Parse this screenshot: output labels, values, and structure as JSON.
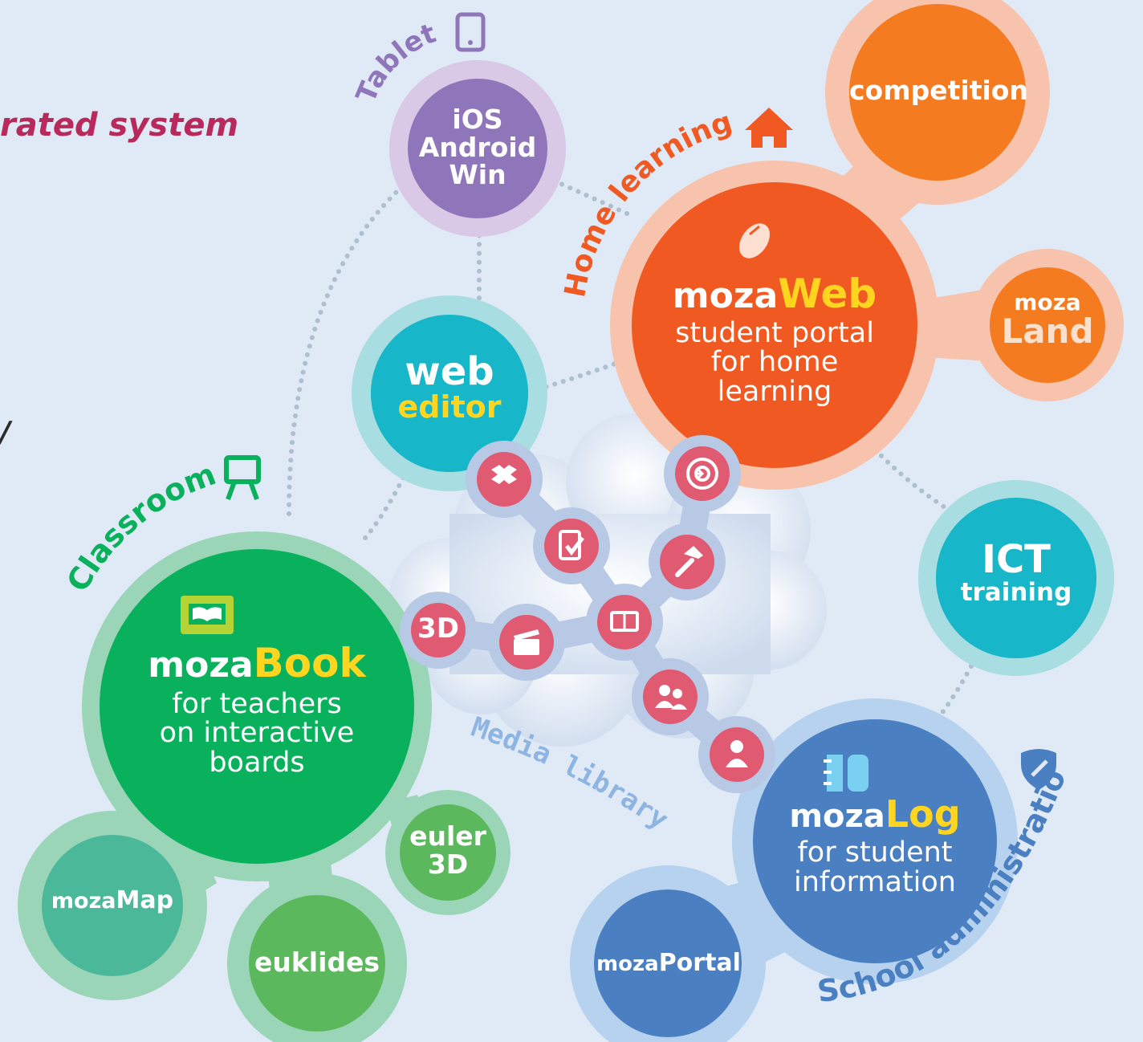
{
  "header": {
    "tagline": "rated system",
    "partial_glyph": "/"
  },
  "colors": {
    "background": "#dfeaf6",
    "tagline": "#b82a5c",
    "classroom": "#0ab15c",
    "home": "#f05a22",
    "tablet": "#8f76ba",
    "admin": "#4a7fc1",
    "teal": "#17b6c8",
    "media_icon": "#e05a72",
    "highlight": "#ffd51f"
  },
  "sections": {
    "tablet": "Tablet",
    "home_learning": "Home learning",
    "classroom": "Classroom",
    "media_library": "Media library",
    "school_administration": "School administration"
  },
  "nodes": {
    "tablet_os": {
      "line1": "iOS",
      "line2": "Android",
      "line3": "Win"
    },
    "web_editor": {
      "line1": "web",
      "line2": "editor"
    },
    "competition": {
      "label": "competition"
    },
    "mozaweb": {
      "prefix": "moza",
      "brand": "Web",
      "line1": "student portal",
      "line2": "for home",
      "line3": "learning"
    },
    "mozaland": {
      "prefix": "moza",
      "brand": "Land"
    },
    "ict_training": {
      "line1": "ICT",
      "line2": "training"
    },
    "mozabook": {
      "prefix": "moza",
      "brand": "Book",
      "line1": "for teachers",
      "line2": "on interactive",
      "line3": "boards"
    },
    "euler3d": {
      "line1": "euler",
      "line2": "3D"
    },
    "mozamap": {
      "prefix": "moza",
      "brand": "Map"
    },
    "euklides": {
      "label": "euklides"
    },
    "mozalog": {
      "prefix": "moza",
      "brand": "Log",
      "line1": "for student",
      "line2": "information"
    },
    "mozaportal": {
      "prefix": "moza",
      "brand": "Portal"
    }
  },
  "media_icons": [
    {
      "icon": "dropbox-icon"
    },
    {
      "icon": "tablet-check-icon"
    },
    {
      "icon": "target-arrow-icon"
    },
    {
      "icon": "hammer-icon"
    },
    {
      "icon": "3d-icon",
      "label": "3D"
    },
    {
      "icon": "clapperboard-icon"
    },
    {
      "icon": "book-icon"
    },
    {
      "icon": "group-icon"
    },
    {
      "icon": "teacher-icon"
    }
  ]
}
